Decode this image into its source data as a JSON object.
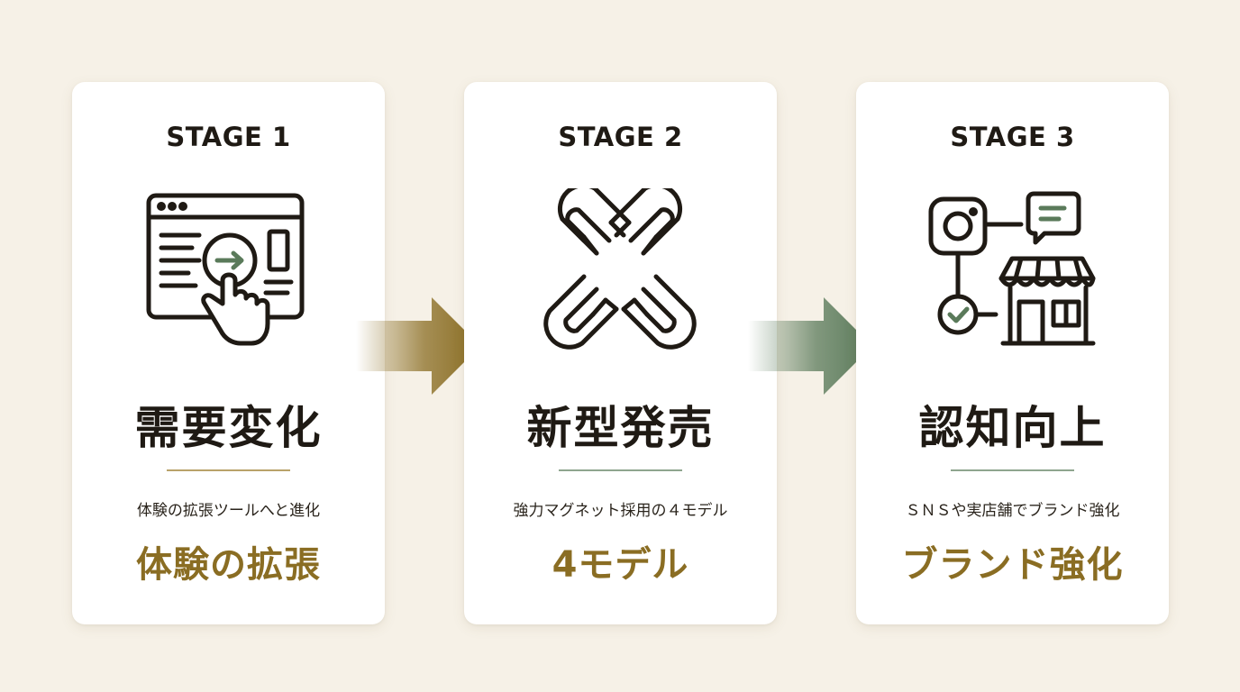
{
  "colors": {
    "background": "#f6f1e7",
    "card": "#ffffff",
    "ink": "#1f1a14",
    "gold": "#8a6d23",
    "green": "#5a7a5a",
    "divider_gold": "#b9a26a",
    "divider_green": "#8fa58f"
  },
  "stages": [
    {
      "label": "STAGE 1",
      "icon": "browser-touch-icon",
      "title": "需要変化",
      "description": "体験の拡張ツールへと進化",
      "highlight": "体験の拡張"
    },
    {
      "label": "STAGE 2",
      "icon": "magnets-icon",
      "title": "新型発売",
      "description": "強力マグネット採用の４モデル",
      "highlight": "4モデル"
    },
    {
      "label": "STAGE 3",
      "icon": "social-store-icon",
      "title": "認知向上",
      "description": "ＳＮＳや実店舗でブランド強化",
      "highlight": "ブランド強化"
    }
  ]
}
